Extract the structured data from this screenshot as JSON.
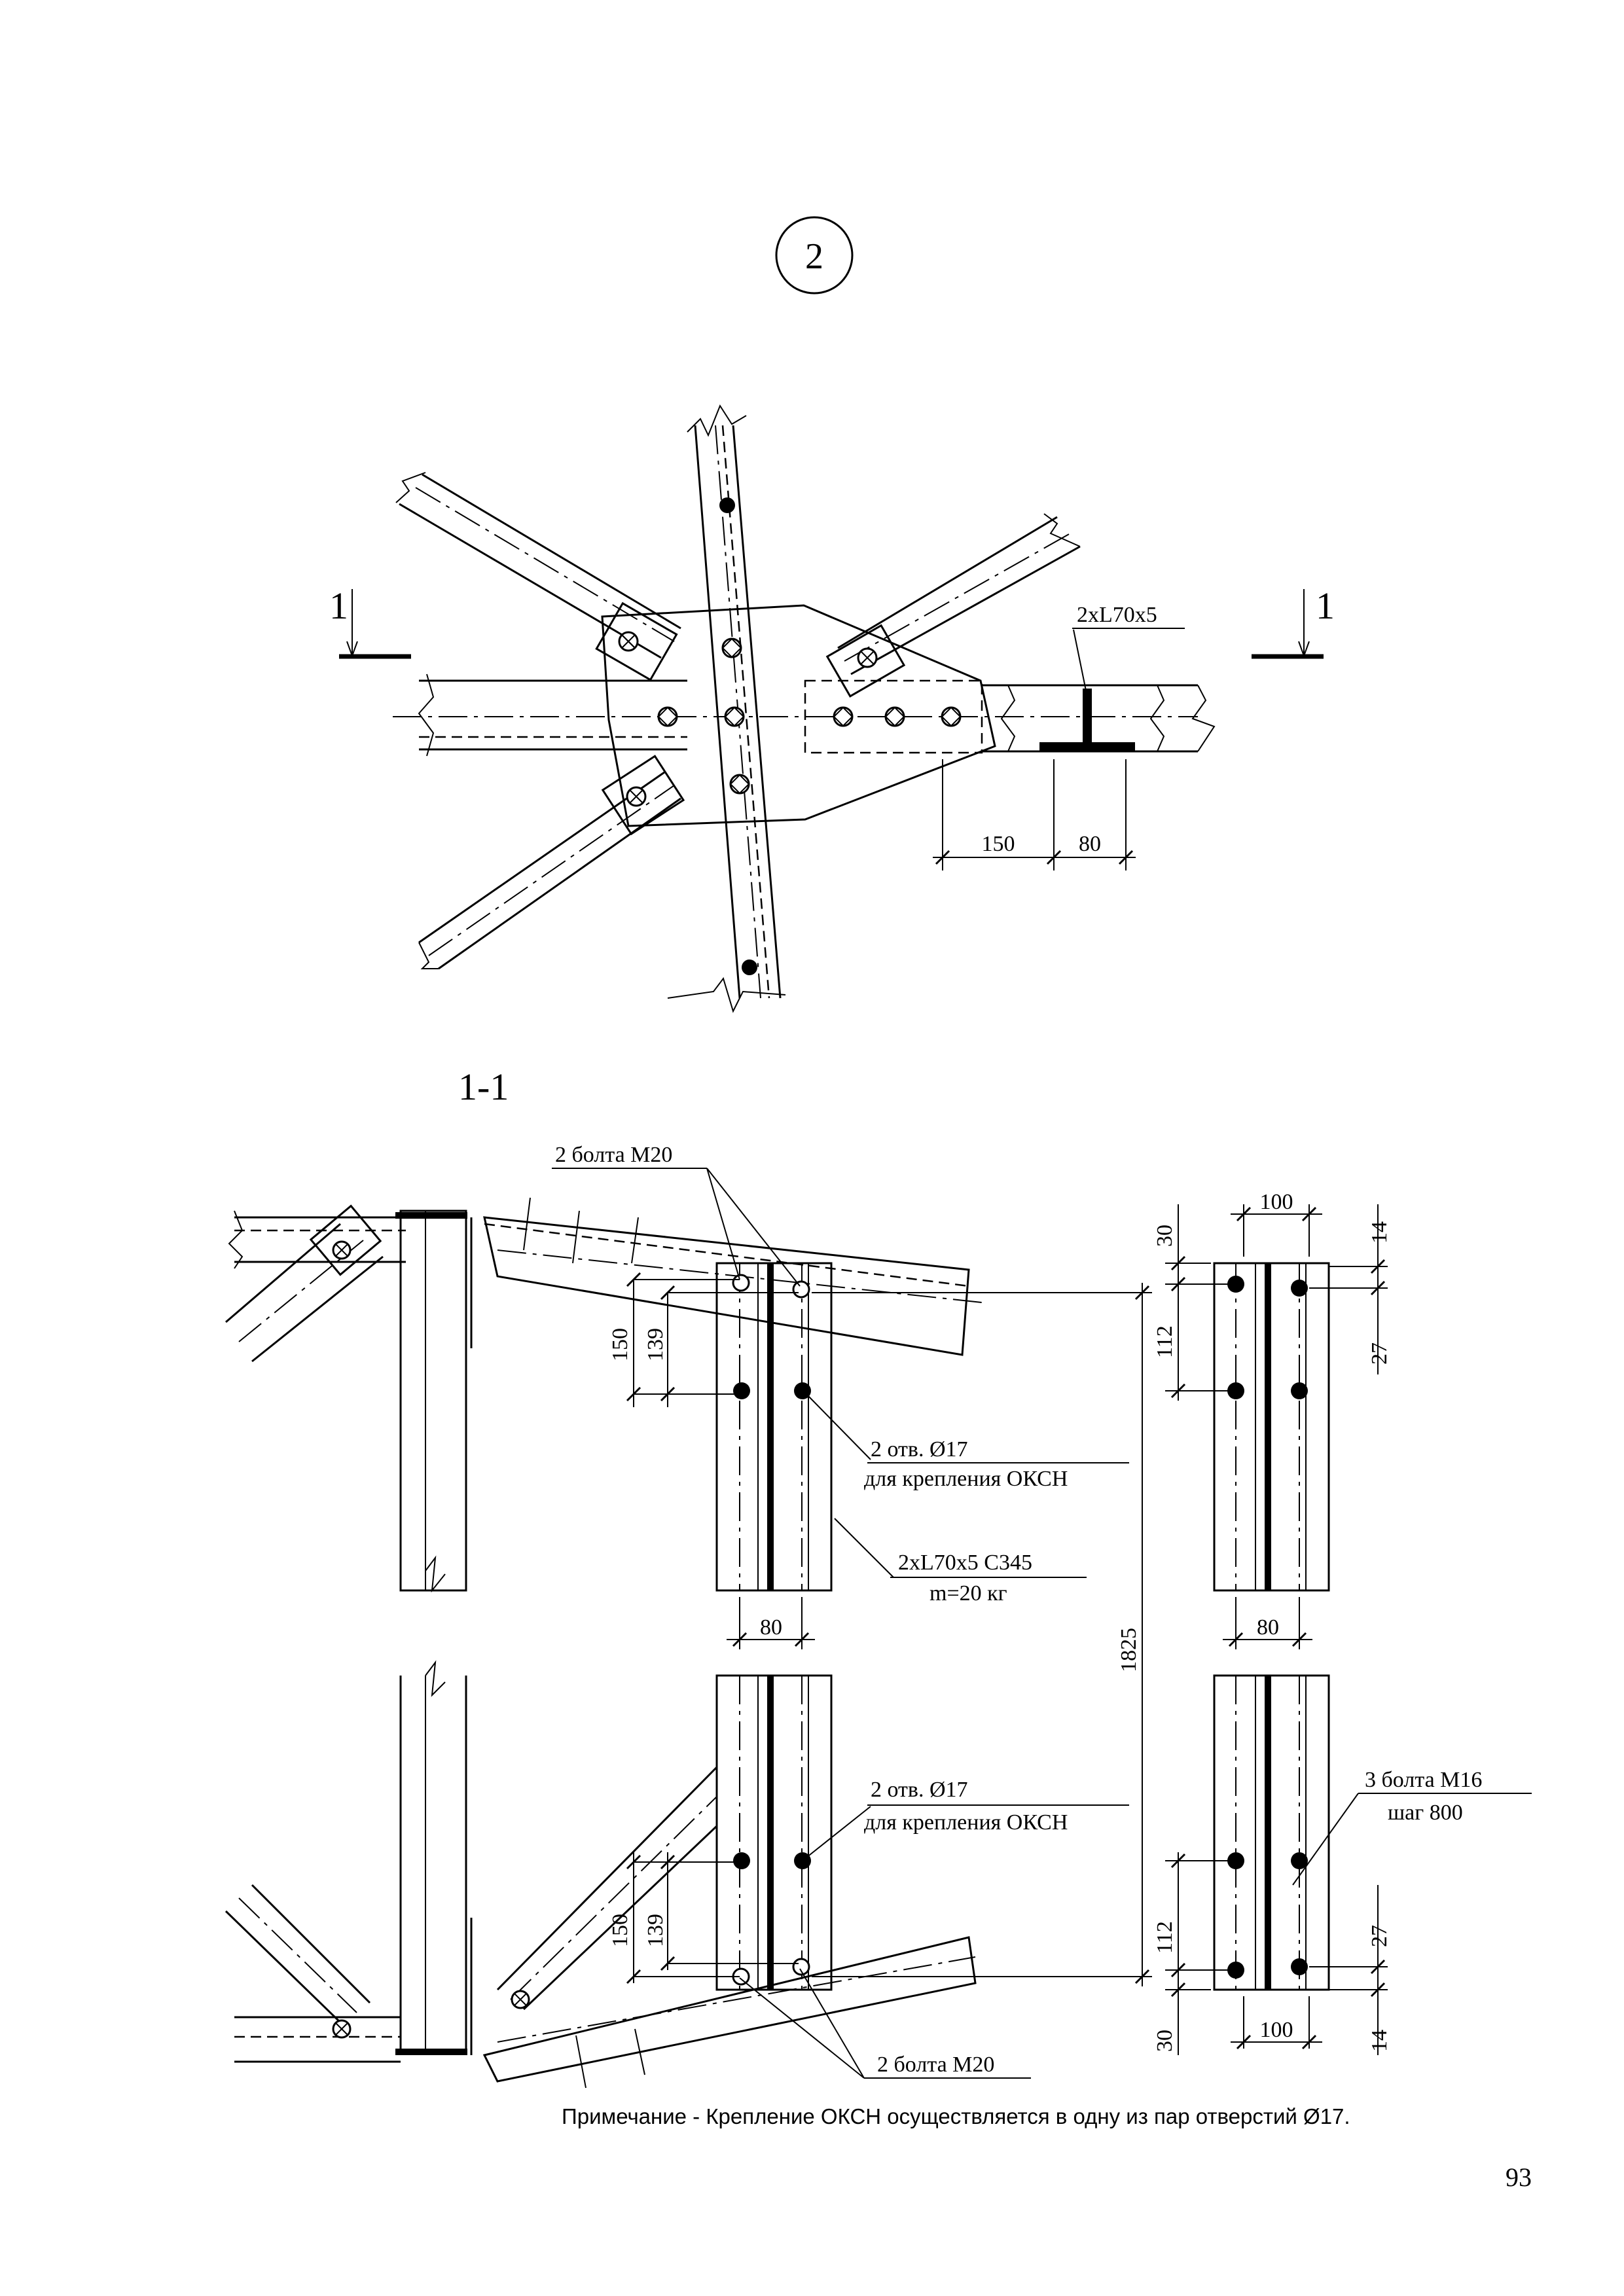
{
  "detail_number": "2",
  "section": {
    "mark_left": "1",
    "mark_right": "1",
    "title": "1-1"
  },
  "plan_view": {
    "profile_label": "2xL70x5",
    "dims": [
      "150",
      "80"
    ]
  },
  "section_view": {
    "top": {
      "bolts_label": "2 болта М20",
      "holes_label_line1": "2 отв. Ø17",
      "holes_label_line2": "для крепления ОКСН",
      "profile_label_line1": "2xL70x5 С345",
      "profile_label_line2": "m=20 кг",
      "dims_left": [
        "150",
        "139"
      ],
      "dim_bottom": "80",
      "dim_overall": "1825"
    },
    "bottom": {
      "holes_label_line1": "2 отв. Ø17",
      "holes_label_line2": "для крепления ОКСН",
      "bolts_label": "2 болта М20",
      "dims_left": [
        "150",
        "139"
      ]
    },
    "side_top": {
      "dim_width": "100",
      "dims": [
        "30",
        "14",
        "112",
        "27"
      ],
      "dim_bottom": "80"
    },
    "side_bottom": {
      "bolts_label_line1": "3 болта М16",
      "bolts_label_line2": "шаг 800",
      "dims": [
        "112",
        "27",
        "30",
        "14"
      ],
      "dim_width": "100"
    }
  },
  "note": "Примечание - Крепление ОКСН осуществляется в одну из пар отверстий  Ø17.",
  "page_number": "93",
  "colors": {
    "ink": "#000000",
    "paper": "#ffffff"
  }
}
